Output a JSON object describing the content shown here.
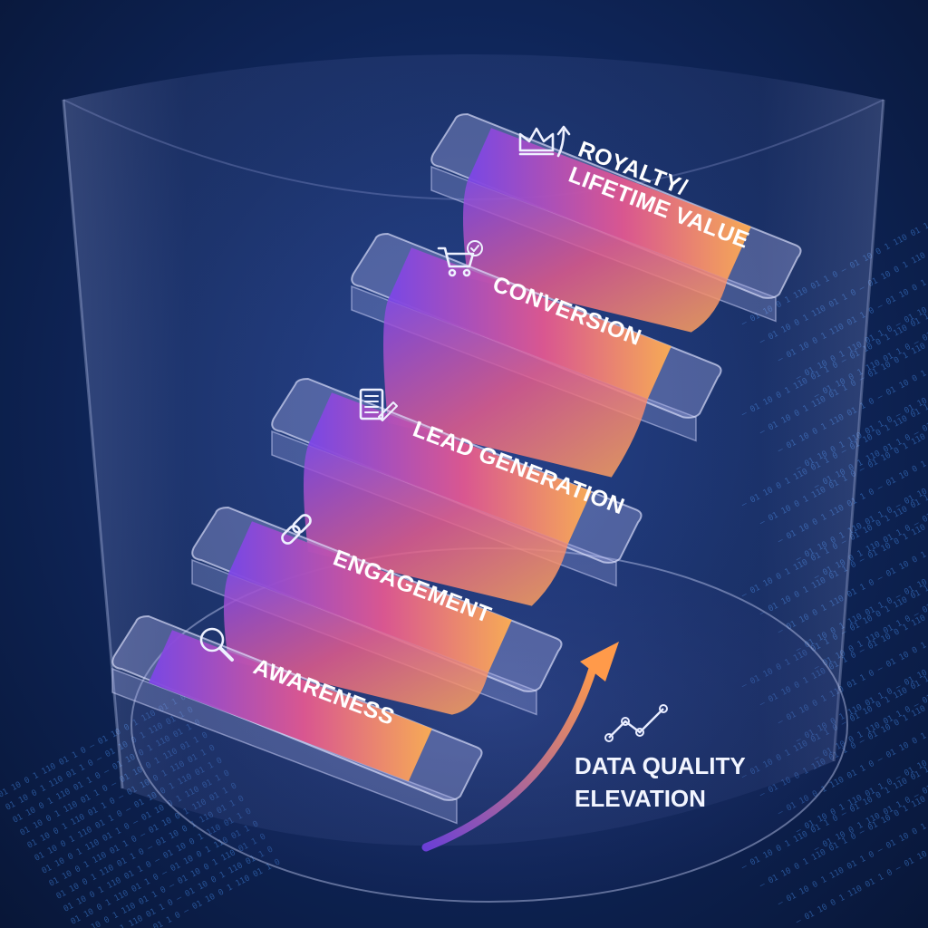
{
  "steps": [
    {
      "label": "AWARENESS",
      "icon": "magnifier-icon"
    },
    {
      "label": "ENGAGEMENT",
      "icon": "link-icon"
    },
    {
      "label": "LEAD GENERATION",
      "icon": "document-pen-icon"
    },
    {
      "label": "CONVERSION",
      "icon": "cart-check-icon"
    },
    {
      "label_lines": [
        "ROYALTY/",
        "LIFETIME VALUE"
      ],
      "icon": "crown-arrow-icon"
    }
  ],
  "caption": {
    "line1": "DATA QUALITY",
    "line2": "ELEVATION",
    "icon": "trend-line-icon"
  },
  "colors": {
    "background": "#0c1f52",
    "ribbon_start": "#7b46e8",
    "ribbon_mid": "#e0568f",
    "ribbon_end": "#ffae52",
    "platform_glass": "#b4b7ee"
  }
}
